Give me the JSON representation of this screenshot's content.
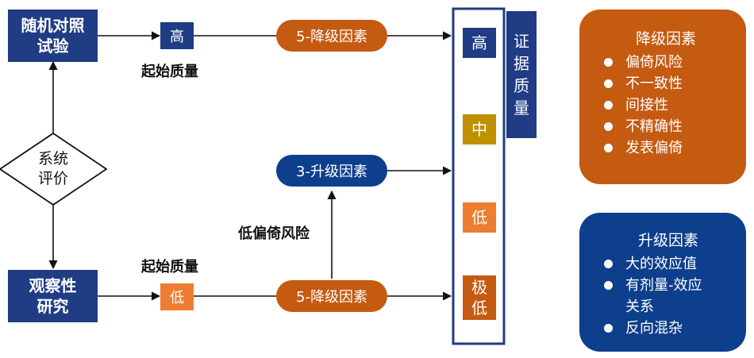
{
  "start_rct": "随机对照\n试验",
  "start_obs": "观察性\n研究",
  "systematic_review": "系统\n评价",
  "init_high": "高",
  "init_low": "低",
  "start_quality_top": "起始质量",
  "start_quality_bottom": "起始质量",
  "downgrade_top": "5-降级因素",
  "downgrade_bottom": "5-降级因素",
  "upgrade": "3-升级因素",
  "low_bias_risk": "低偏倚风险",
  "levels": {
    "high": "高",
    "moderate": "中",
    "low": "低",
    "very_low": "极\n低"
  },
  "evidence_quality": "证\n据\n质\n量",
  "downgrade_panel": {
    "title": "降级因素",
    "items": [
      "偏倚风险",
      "不一致性",
      "间接性",
      "不精确性",
      "发表偏倚"
    ]
  },
  "upgrade_panel": {
    "title": "升级因素",
    "items": [
      "大的效应值",
      "有剂量-效应\n关系",
      "反向混杂"
    ]
  },
  "colors": {
    "navy": "#1f3c84",
    "orange": "#c55a11",
    "light_orange": "#ed7d31",
    "gold": "#bf9000",
    "pill_blue": "#0e3f8c"
  }
}
